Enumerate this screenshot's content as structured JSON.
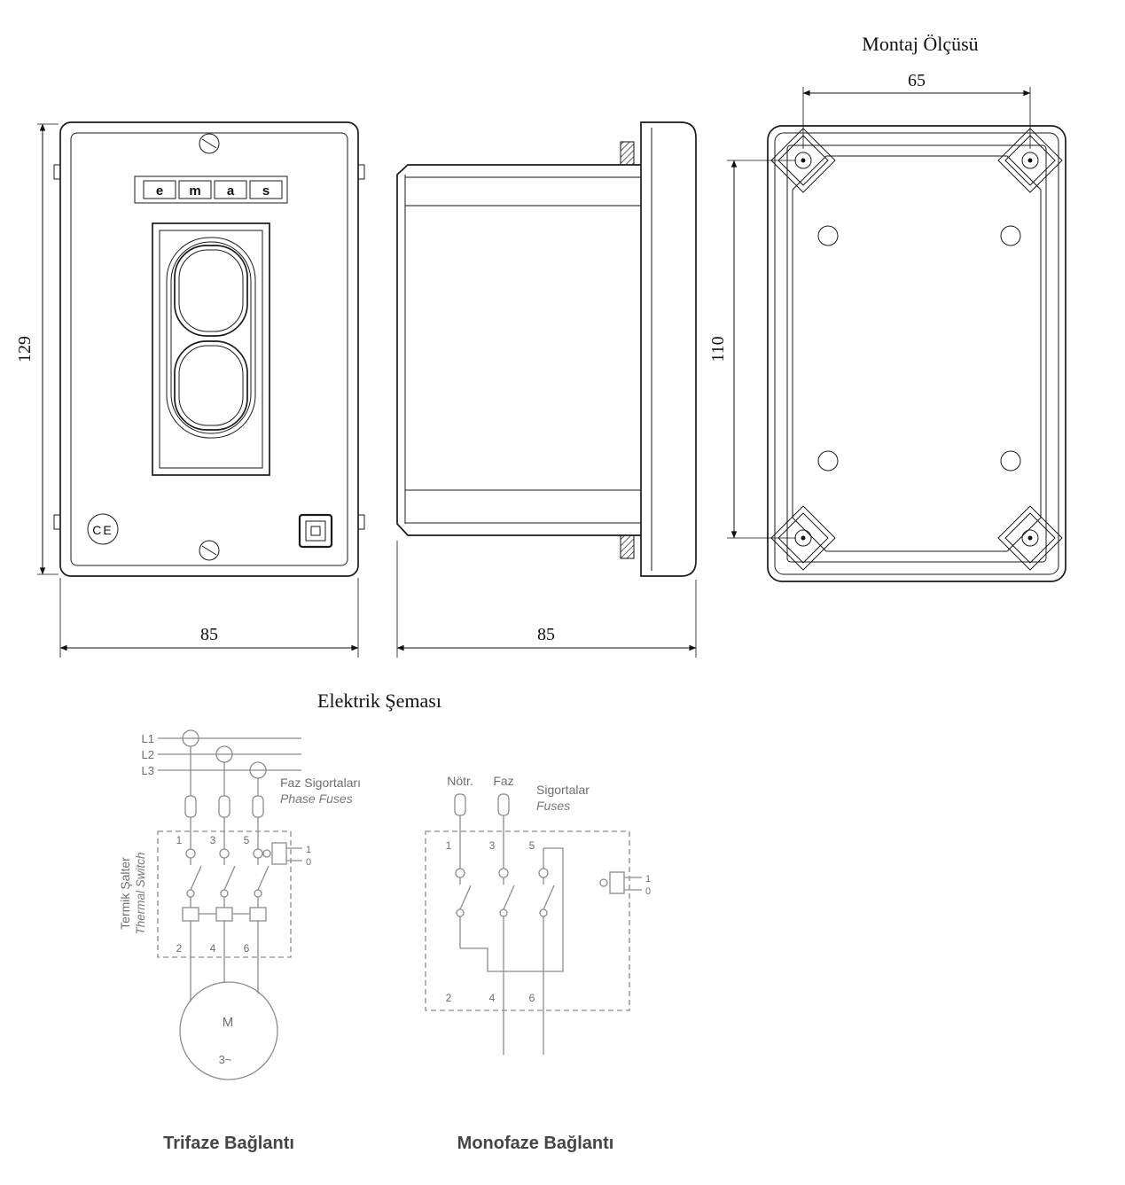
{
  "titles": {
    "mounting": "Montaj Ölçüsü",
    "schematic": "Elektrik Şeması"
  },
  "captions": {
    "three_phase": "Trifaze Bağlantı",
    "single_phase": "Monofaze Bağlantı"
  },
  "dims": {
    "front_height": "129",
    "front_width": "85",
    "side_depth": "85",
    "mount_height": "110",
    "mount_width": "65"
  },
  "front_view": {
    "brand_letters": [
      "e",
      "m",
      "a",
      "s"
    ],
    "ce_mark": "CE"
  },
  "three_phase": {
    "phase_lines": [
      "L1",
      "L2",
      "L3"
    ],
    "fuses_tr": "Faz Sigortaları",
    "fuses_en": "Phase Fuses",
    "thermal_tr": "Termik Şalter",
    "thermal_en": "Thermal Switch",
    "top_terminals": [
      "1",
      "3",
      "5"
    ],
    "bottom_terminals": [
      "2",
      "4",
      "6"
    ],
    "aux_on": "1",
    "aux_off": "0",
    "motor": "M",
    "motor_type": "3~"
  },
  "single_phase": {
    "neutral": "Nötr.",
    "phase": "Faz",
    "fuses_tr": "Sigortalar",
    "fuses_en": "Fuses",
    "top_terminals": [
      "1",
      "3",
      "5"
    ],
    "bottom_terminals": [
      "2",
      "4",
      "6"
    ],
    "aux_on": "1",
    "aux_off": "0"
  }
}
